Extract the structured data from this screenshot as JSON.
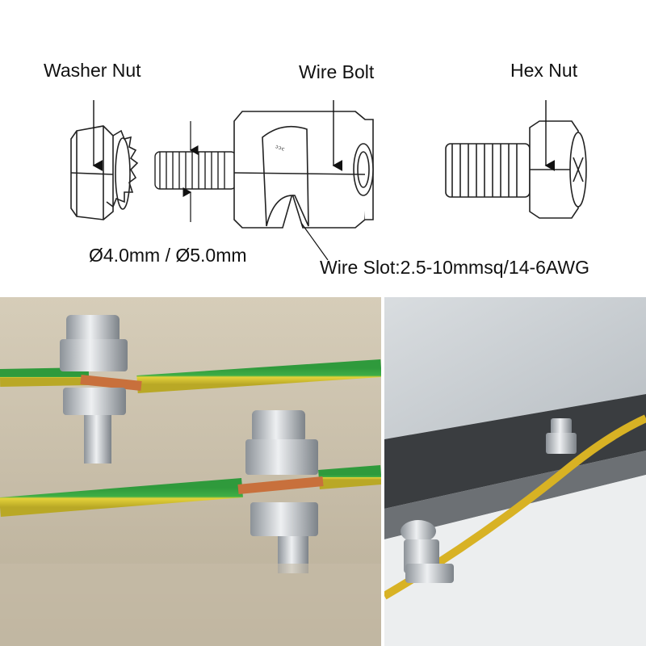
{
  "labels": {
    "washer_nut": "Washer Nut",
    "wire_bolt": "Wire Bolt",
    "hex_nut": "Hex Nut",
    "diameter": "Ø4.0mm / Ø5.0mm",
    "wire_slot": "Wire Slot:2.5-10mmsq/14-6AWG"
  },
  "colors": {
    "wire_green": "#2f9a3c",
    "wire_yellow": "#e4d23a",
    "copper": "#c8703c",
    "steel": "#c9cdd1"
  }
}
